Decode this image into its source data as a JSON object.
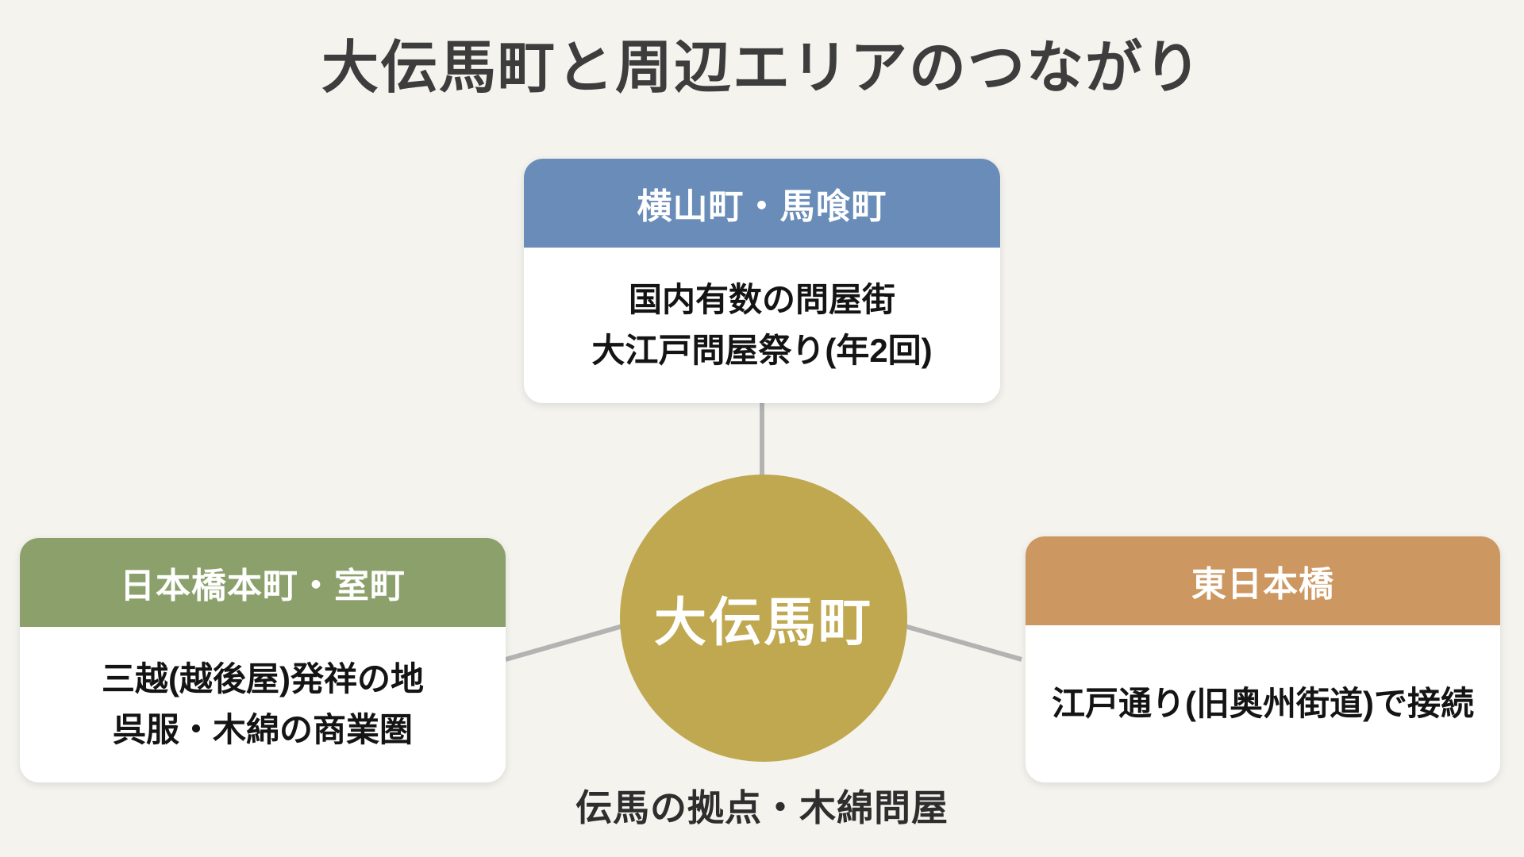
{
  "title": "大伝馬町と周辺エリアのつながり",
  "center": {
    "label": "大伝馬町",
    "caption": "伝馬の拠点・木綿問屋",
    "color": "#BFA84F"
  },
  "cards": {
    "top": {
      "header": "横山町・馬喰町",
      "header_color": "#6A8CB8",
      "lines": [
        "国内有数の問屋街",
        "大江戸問屋祭り(年2回)"
      ]
    },
    "left": {
      "header": "日本橋本町・室町",
      "header_color": "#8BA06A",
      "lines": [
        "三越(越後屋)発祥の地",
        "呉服・木綿の商業圏"
      ]
    },
    "right": {
      "header": "東日本橋",
      "header_color": "#CC9760",
      "lines": [
        "江戸通り(旧奥州街道)で接続"
      ]
    }
  },
  "colors": {
    "background": "#F4F3EE",
    "connector": "#B3B3B3",
    "title_text": "#3D3D3D",
    "header_text": "#FFFFFF",
    "body_text": "#141414"
  }
}
